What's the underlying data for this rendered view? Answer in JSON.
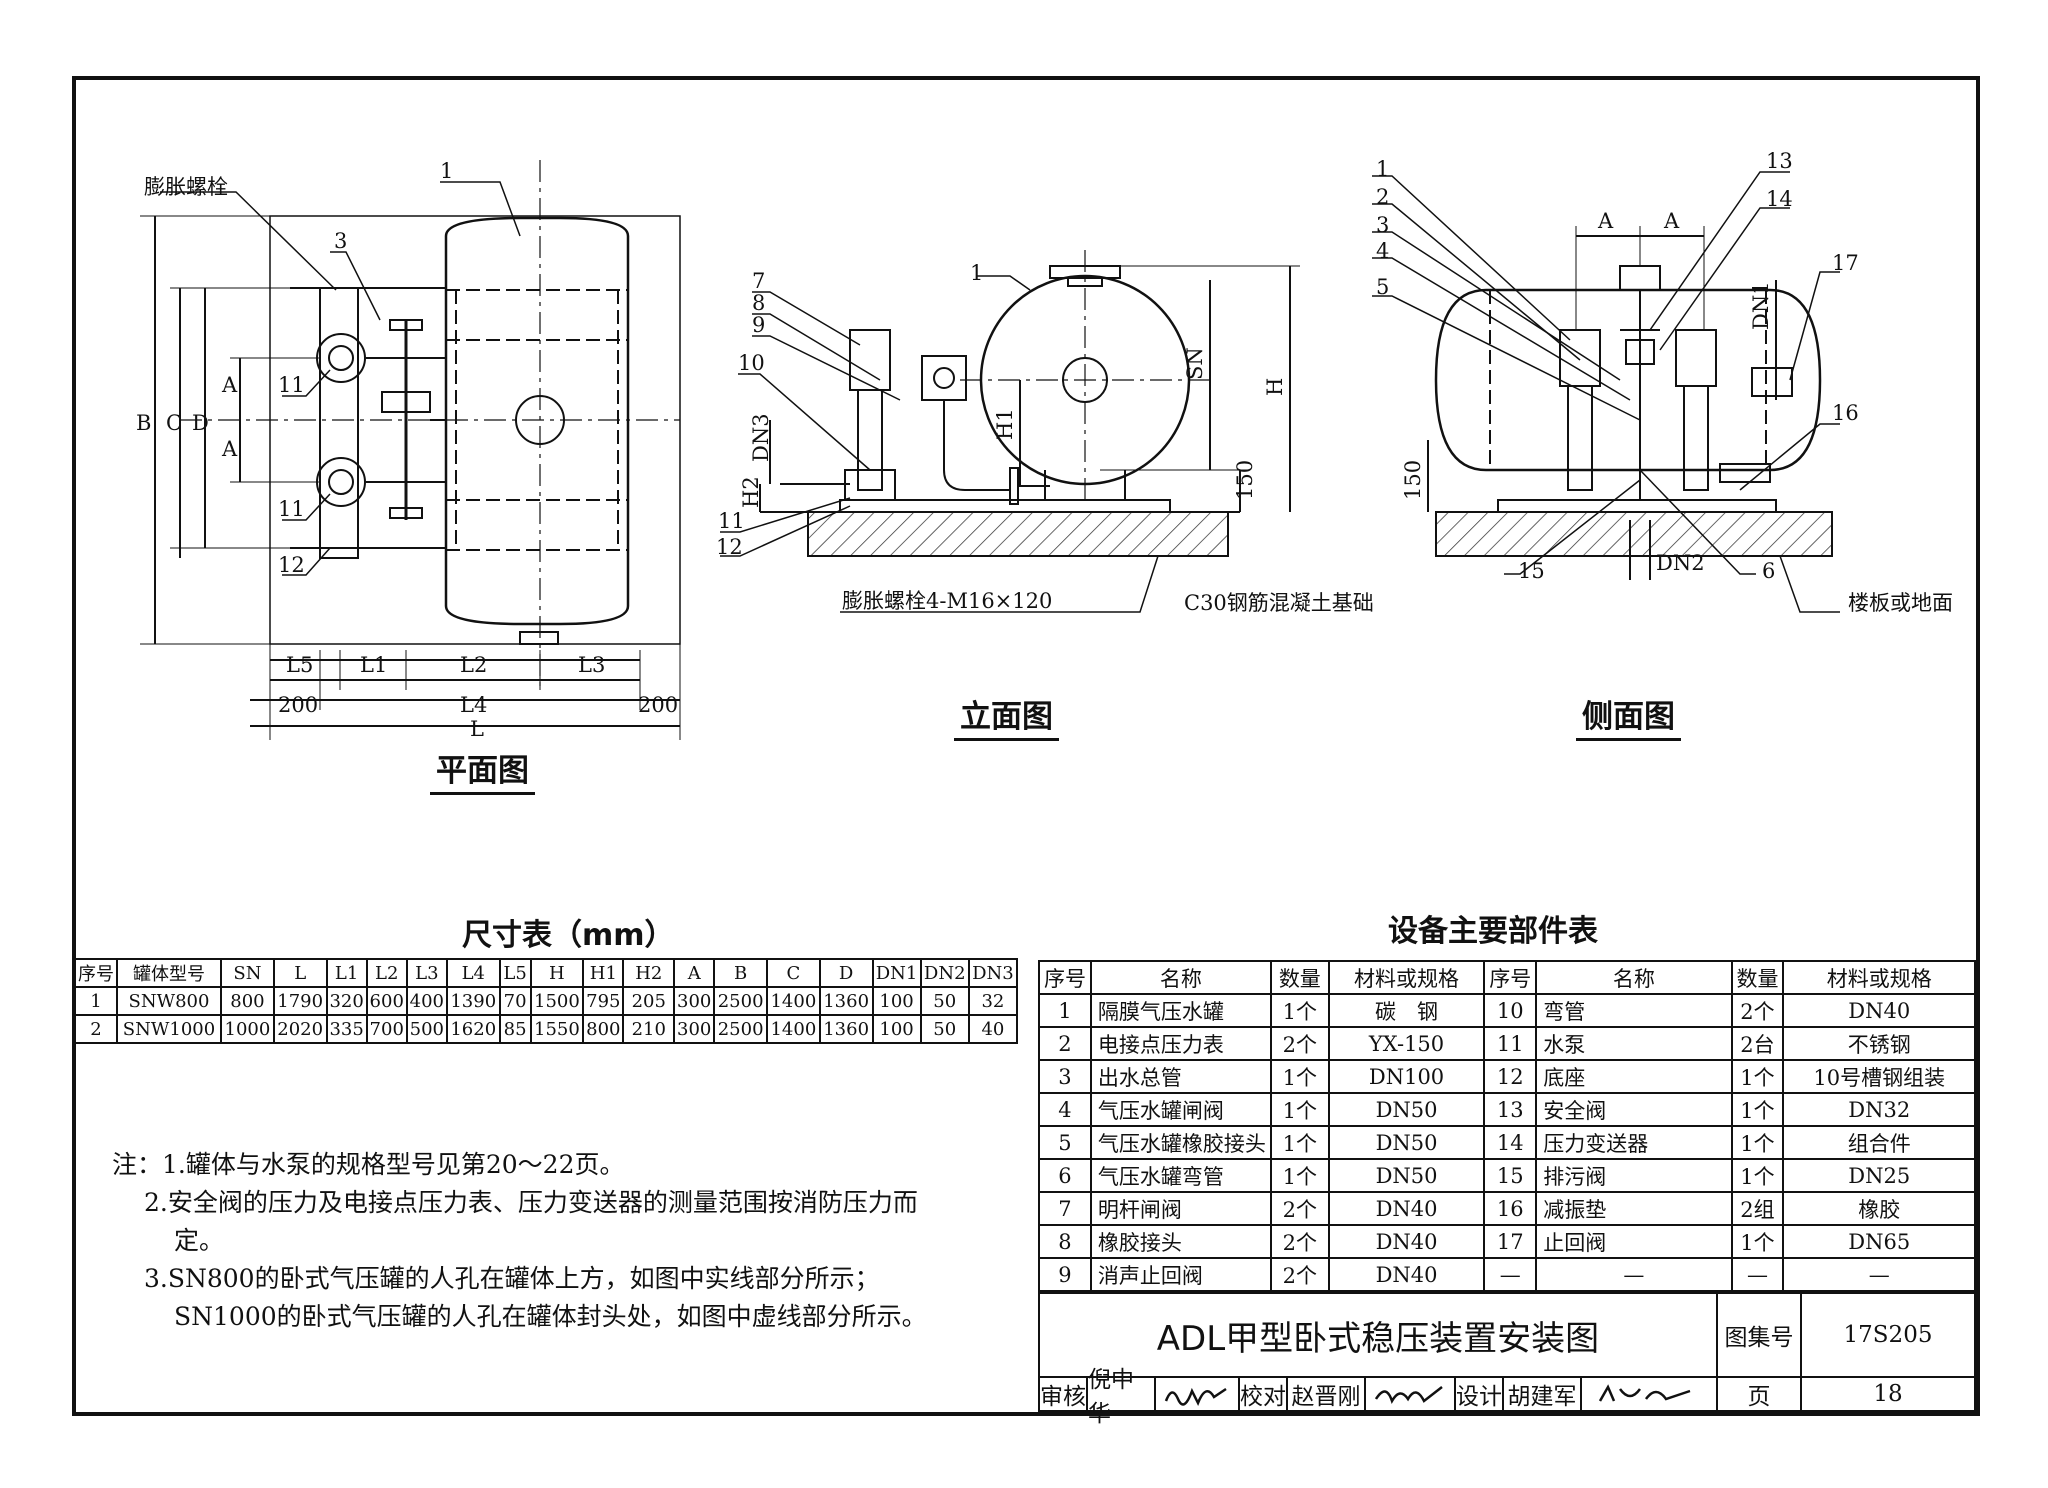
{
  "views": {
    "plan": {
      "title": "平面图"
    },
    "elevation": {
      "title": "立面图"
    },
    "side": {
      "title": "侧面图"
    }
  },
  "callouts": {
    "expansion_bolt": "膨胀螺栓",
    "expansion_bolt_spec": "膨胀螺栓4-M16×120",
    "foundation": "C30钢筋混凝土基础",
    "floor": "楼板或地面"
  },
  "dim_labels": {
    "B": "B",
    "C": "C",
    "D": "D",
    "A": "A",
    "L": "L",
    "L1": "L1",
    "L2": "L2",
    "L3": "L3",
    "L4": "L4",
    "L5": "L5",
    "v200": "200",
    "v150": "150",
    "SN": "SN",
    "H": "H",
    "H1": "H1",
    "H2": "H2",
    "DN1": "DN1",
    "DN2": "DN2",
    "DN3": "DN3"
  },
  "item_numbers": [
    "1",
    "2",
    "3",
    "4",
    "5",
    "6",
    "7",
    "8",
    "9",
    "10",
    "11",
    "12",
    "13",
    "14",
    "15",
    "16",
    "17"
  ],
  "dim_table": {
    "title": "尺寸表（mm）",
    "headers": [
      "序号",
      "罐体型号",
      "SN",
      "L",
      "L1",
      "L2",
      "L3",
      "L4",
      "L5",
      "H",
      "H1",
      "H2",
      "A",
      "B",
      "C",
      "D",
      "DN1",
      "DN2",
      "DN3"
    ],
    "rows": [
      [
        "1",
        "SNW800",
        "800",
        "1790",
        "320",
        "600",
        "400",
        "1390",
        "70",
        "1500",
        "795",
        "205",
        "300",
        "2500",
        "1400",
        "1360",
        "100",
        "50",
        "32"
      ],
      [
        "2",
        "SNW1000",
        "1000",
        "2020",
        "335",
        "700",
        "500",
        "1620",
        "85",
        "1550",
        "800",
        "210",
        "300",
        "2500",
        "1400",
        "1360",
        "100",
        "50",
        "40"
      ]
    ]
  },
  "parts_table": {
    "title": "设备主要部件表",
    "headers": [
      "序号",
      "名称",
      "数量",
      "材料或规格",
      "序号",
      "名称",
      "数量",
      "材料或规格"
    ],
    "rows": [
      [
        "1",
        "隔膜气压水罐",
        "1个",
        "碳　钢",
        "10",
        "弯管",
        "2个",
        "DN40"
      ],
      [
        "2",
        "电接点压力表",
        "2个",
        "YX-150",
        "11",
        "水泵",
        "2台",
        "不锈钢"
      ],
      [
        "3",
        "出水总管",
        "1个",
        "DN100",
        "12",
        "底座",
        "1个",
        "10号槽钢组装"
      ],
      [
        "4",
        "气压水罐闸阀",
        "1个",
        "DN50",
        "13",
        "安全阀",
        "1个",
        "DN32"
      ],
      [
        "5",
        "气压水罐橡胶接头",
        "1个",
        "DN50",
        "14",
        "压力变送器",
        "1个",
        "组合件"
      ],
      [
        "6",
        "气压水罐弯管",
        "1个",
        "DN50",
        "15",
        "排污阀",
        "1个",
        "DN25"
      ],
      [
        "7",
        "明杆闸阀",
        "2个",
        "DN40",
        "16",
        "减振垫",
        "2组",
        "橡胶"
      ],
      [
        "8",
        "橡胶接头",
        "2个",
        "DN40",
        "17",
        "止回阀",
        "1个",
        "DN65"
      ],
      [
        "9",
        "消声止回阀",
        "2个",
        "DN40",
        "—",
        "—",
        "—",
        "—"
      ]
    ]
  },
  "notes": {
    "prefix": "注：",
    "items": [
      "1.罐体与水泵的规格型号见第20～22页。",
      "2.安全阀的压力及电接点压力表、压力变送器的测量范围按消防压力而定。",
      "3.SN800的卧式气压罐的人孔在罐体上方，如图中实线部分所示；SN1000的卧式气压罐的人孔在罐体封头处，如图中虚线部分所示。"
    ]
  },
  "title_block": {
    "drawing_title": "ADL甲型卧式稳压装置安装图",
    "atlas_label": "图集号",
    "atlas_no": "17S205",
    "page_label": "页",
    "page_no": "18",
    "review_label": "审核",
    "reviewer": "倪中华",
    "check_label": "校对",
    "checker": "赵晋刚",
    "design_label": "设计",
    "designer": "胡建军"
  }
}
